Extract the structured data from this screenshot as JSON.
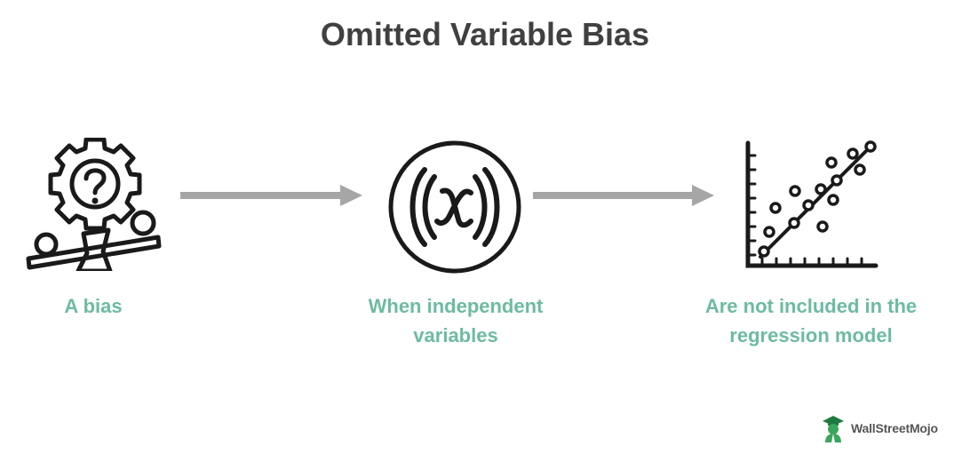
{
  "title": "Omitted Variable Bias",
  "colors": {
    "title": "#404040",
    "accent": "#6dbba1",
    "arrow": "#a6a6a6",
    "icon_stroke": "#1a1a1a",
    "brand_green": "#3aa55c"
  },
  "steps": [
    {
      "icon": "balance-gear-question-icon",
      "lines": [
        "A bias"
      ]
    },
    {
      "icon": "variable-x-icon",
      "lines": [
        "When independent",
        "variables"
      ]
    },
    {
      "icon": "scatter-regression-icon",
      "lines": [
        "Are not included in the",
        "regression model"
      ]
    }
  ],
  "brand": {
    "name": "WallStreetMojo",
    "icon": "wallstreetmojo-logo"
  }
}
